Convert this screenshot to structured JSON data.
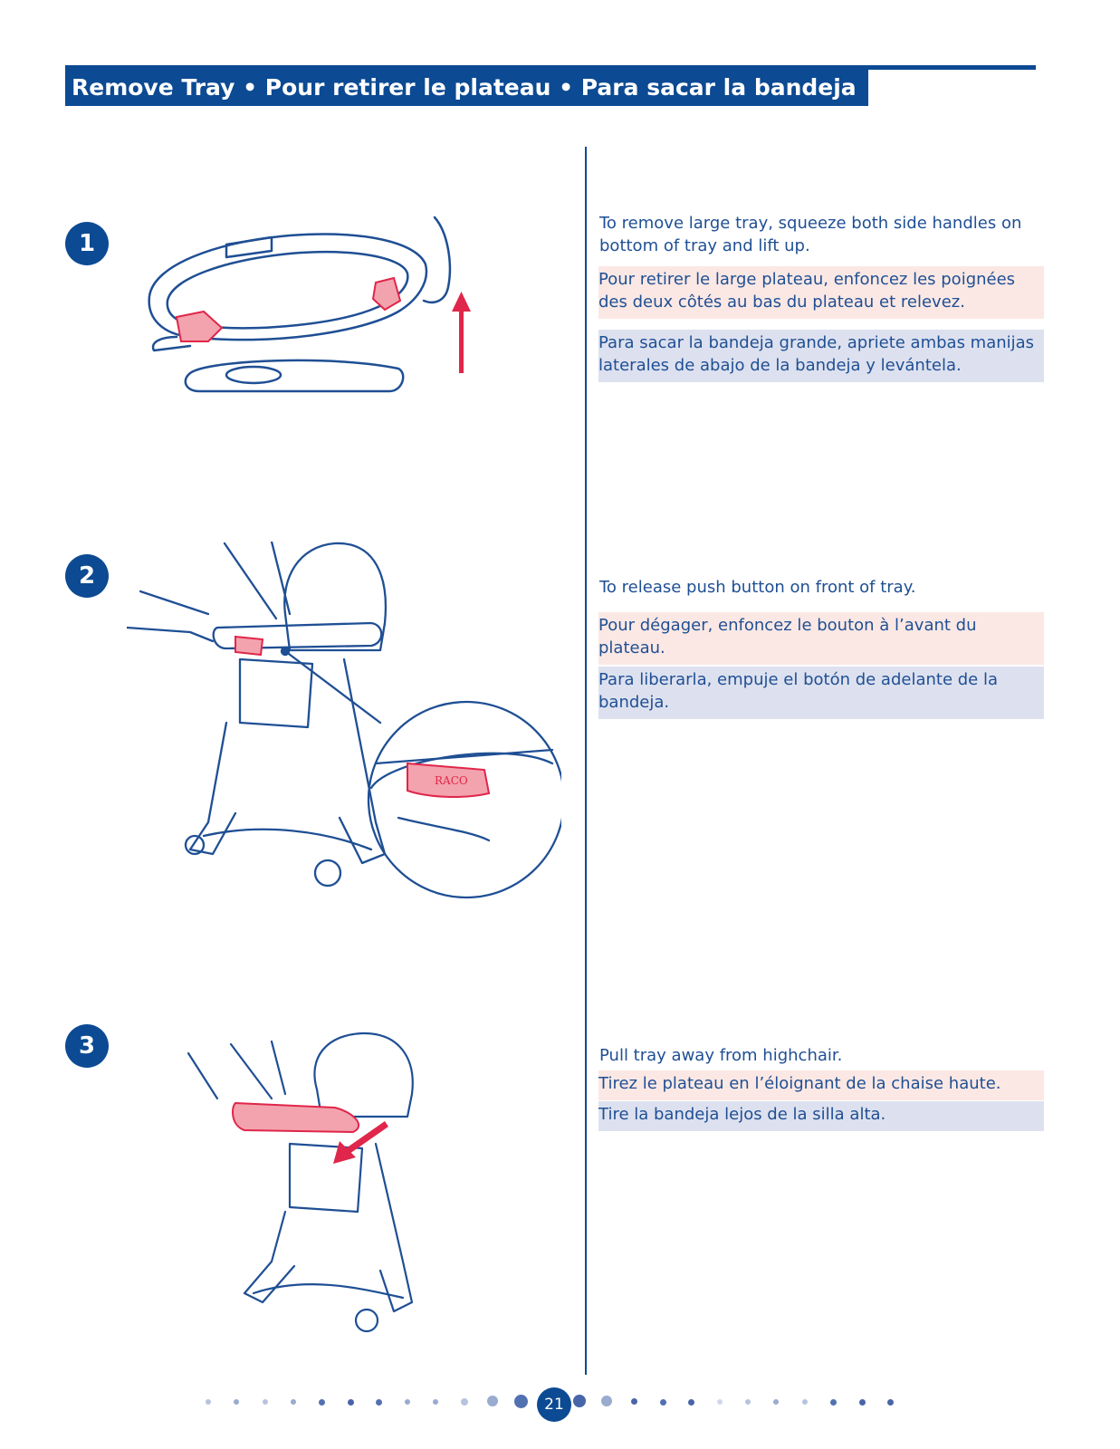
{
  "header": {
    "title": "Remove Tray • Pour retirer le plateau • Para sacar la bandeja"
  },
  "steps": [
    {
      "number": "1",
      "en": "To remove large tray, squeeze both side handles on bottom of  tray and lift up.",
      "fr": "Pour retirer le large plateau, enfoncez les poignées des deux côtés au bas du plateau et relevez.",
      "es": "Para sacar la bandeja grande, apriete ambas manijas laterales de abajo de la bandeja y levántela."
    },
    {
      "number": "2",
      "en": "To release push button on front of tray.",
      "fr": "Pour dégager, enfoncez le bouton à l’avant du plateau.",
      "es": "Para liberarla, empuje el botón de adelante de la bandeja."
    },
    {
      "number": "3",
      "en": "Pull tray away from highchair.",
      "fr": "Tirez le plateau en l’éloignant de la chaise haute.",
      "es": "Tire la bandeja lejos de la silla alta."
    }
  ],
  "illustration_labels": {
    "brand_mark": "RACO"
  },
  "footer": {
    "page_number": "21"
  },
  "colors": {
    "brand_blue": "#0c4a93",
    "accent_red": "#e0264a",
    "fr_band": "#fbe8e4",
    "es_band": "#dde1ef"
  }
}
